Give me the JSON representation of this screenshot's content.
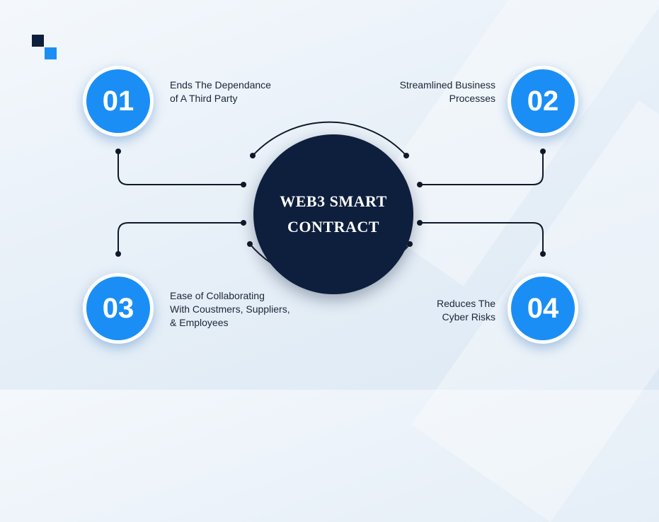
{
  "center": {
    "line1": "WEB3 SMART",
    "line2": "CONTRACT"
  },
  "items": [
    {
      "number": "01",
      "lines": [
        "Ends The Dependance",
        "of A Third Party"
      ]
    },
    {
      "number": "02",
      "lines": [
        "Streamlined Business",
        "Processes"
      ]
    },
    {
      "number": "03",
      "lines": [
        "Ease of Collaborating",
        "With Coustmers, Suppliers,",
        "& Employees"
      ]
    },
    {
      "number": "04",
      "lines": [
        "Reduces The",
        "Cyber Risks"
      ]
    }
  ],
  "colors": {
    "accent": "#1a8ef5",
    "navy": "#0e1f3d",
    "logo_dark": "#0e1f3d",
    "logo_light": "#1a8ef5"
  }
}
